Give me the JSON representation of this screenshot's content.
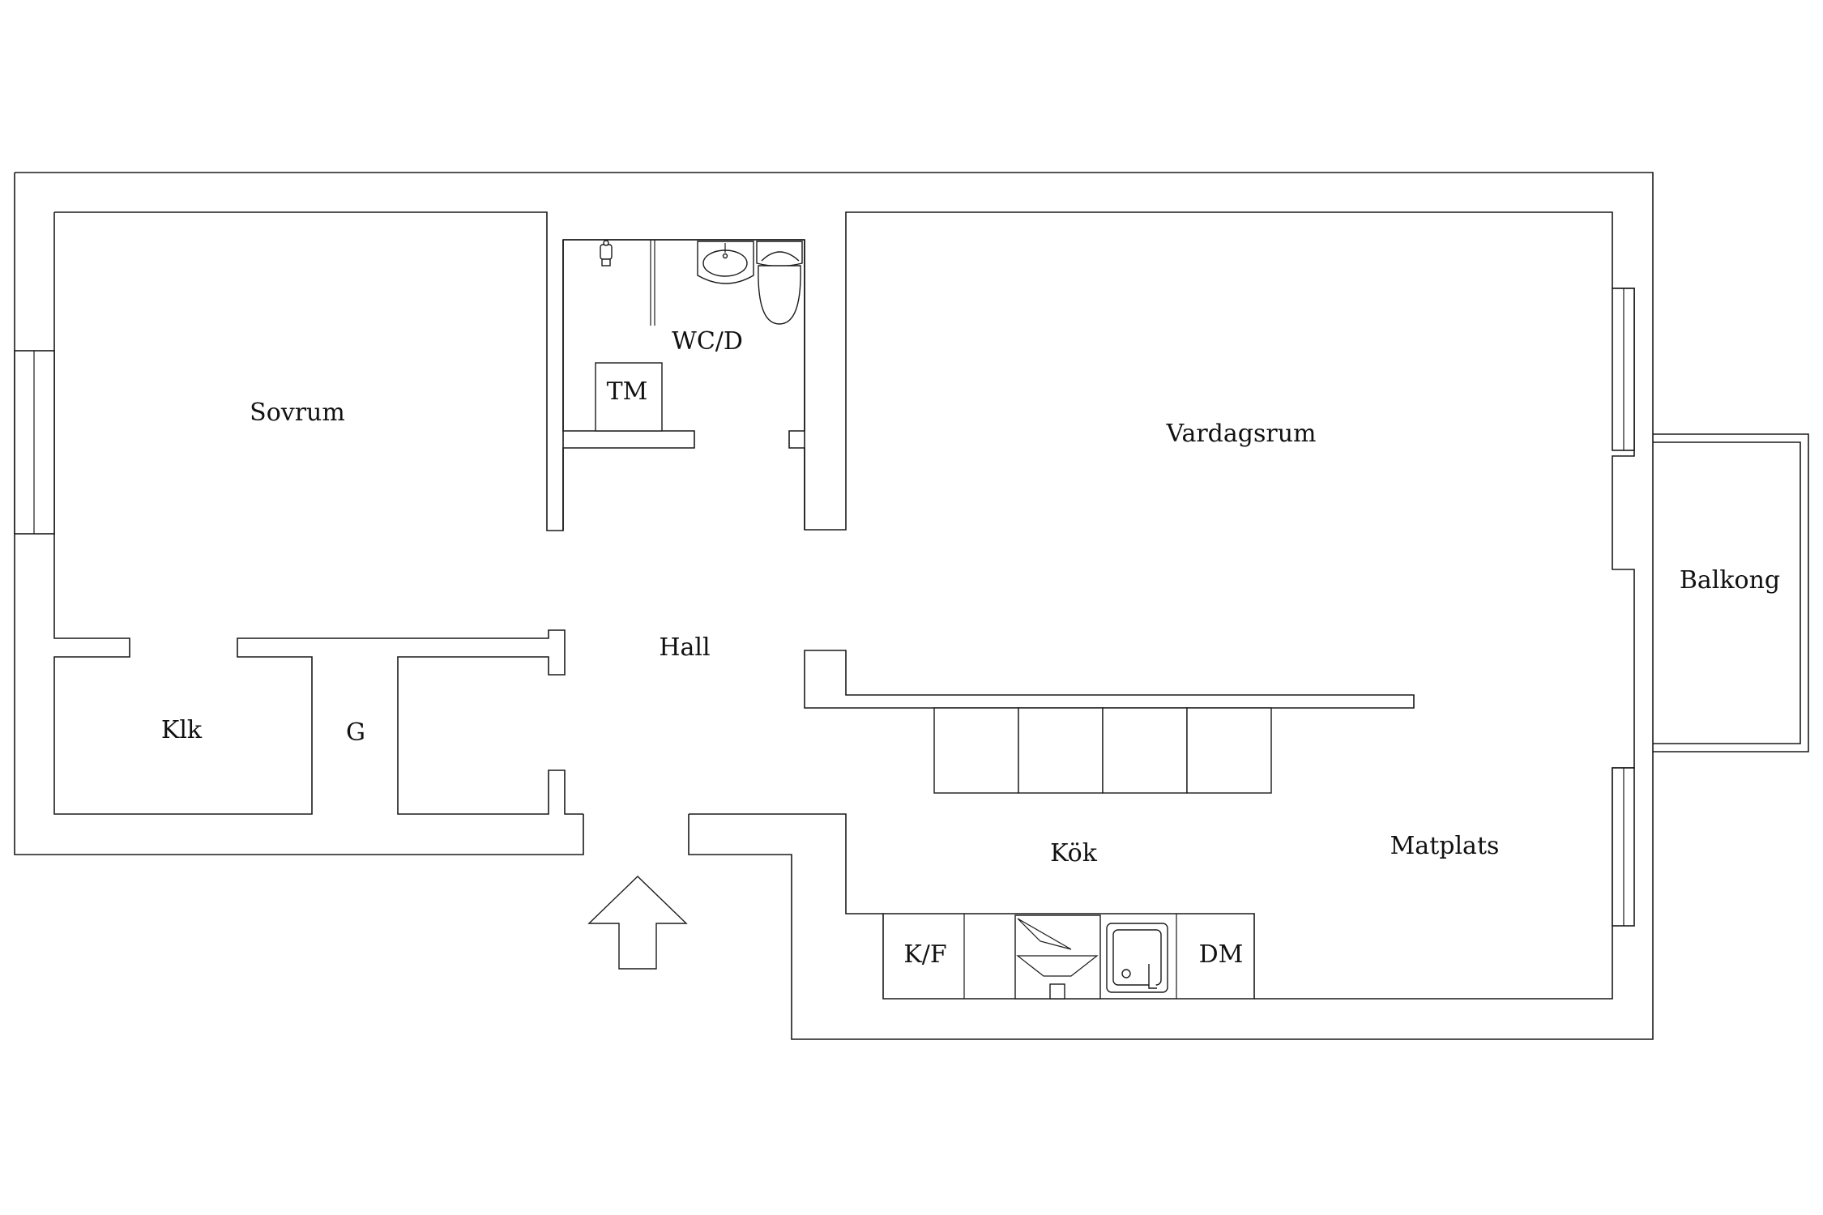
{
  "rooms": {
    "sovrum": "Sovrum",
    "wcd": "WC/D",
    "tm": "TM",
    "vardagsrum": "Vardagsrum",
    "balkong": "Balkong",
    "hall": "Hall",
    "klk": "Klk",
    "g": "G",
    "kok": "Kök",
    "matplats": "Matplats",
    "kf": "K/F",
    "dm": "DM"
  },
  "icons": {
    "entrance": "entrance-arrow-icon",
    "toilet": "toilet-icon",
    "washbasin": "washbasin-icon",
    "sink": "kitchen-sink-icon",
    "stove": "stove-icon",
    "shower": "shower-icon"
  }
}
